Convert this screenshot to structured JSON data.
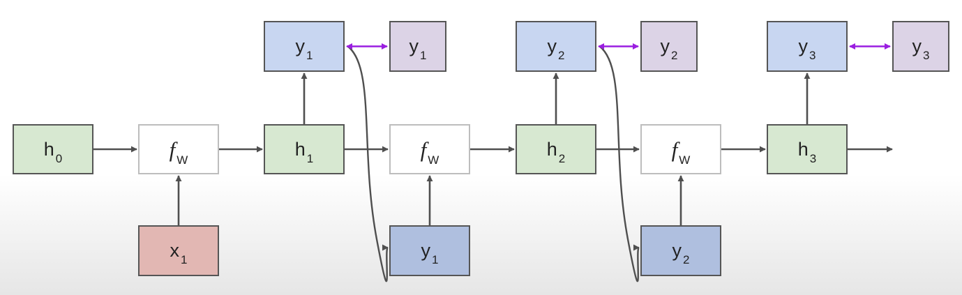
{
  "colors": {
    "hidden": "#d7e8d1",
    "function": "#ffffff",
    "input": "#e2b7b3",
    "prediction": "#c8d6f1",
    "target": "#dcd3e6",
    "fed_back": "#afbfdf",
    "edge": "#4f4f4f",
    "loss_link": "#9a1ee0"
  },
  "diagram": {
    "nodes": [
      {
        "id": "h0",
        "main": "h",
        "sub": "0",
        "kind": "hidden"
      },
      {
        "id": "fw1",
        "main": "f",
        "sub": "W",
        "kind": "function"
      },
      {
        "id": "h1",
        "main": "h",
        "sub": "1",
        "kind": "hidden"
      },
      {
        "id": "fw2",
        "main": "f",
        "sub": "W",
        "kind": "function"
      },
      {
        "id": "h2",
        "main": "h",
        "sub": "2",
        "kind": "hidden"
      },
      {
        "id": "fw3",
        "main": "f",
        "sub": "W",
        "kind": "function"
      },
      {
        "id": "h3",
        "main": "h",
        "sub": "3",
        "kind": "hidden"
      },
      {
        "id": "x1",
        "main": "x",
        "sub": "1",
        "kind": "input"
      },
      {
        "id": "yhat1",
        "main": "y",
        "sub": "1",
        "kind": "prediction"
      },
      {
        "id": "yt1",
        "main": "y",
        "sub": "1",
        "kind": "target"
      },
      {
        "id": "yhat2",
        "main": "y",
        "sub": "2",
        "kind": "prediction"
      },
      {
        "id": "yt2",
        "main": "y",
        "sub": "2",
        "kind": "target"
      },
      {
        "id": "yhat3",
        "main": "y",
        "sub": "3",
        "kind": "prediction"
      },
      {
        "id": "yt3",
        "main": "y",
        "sub": "3",
        "kind": "target"
      },
      {
        "id": "yin1",
        "main": "y",
        "sub": "1",
        "kind": "fed_back"
      },
      {
        "id": "yin2",
        "main": "y",
        "sub": "2",
        "kind": "fed_back"
      }
    ],
    "edges": [
      {
        "from": "h0",
        "to": "fw1",
        "style": "straight"
      },
      {
        "from": "fw1",
        "to": "h1",
        "style": "straight"
      },
      {
        "from": "h1",
        "to": "fw2",
        "style": "straight"
      },
      {
        "from": "fw2",
        "to": "h2",
        "style": "straight"
      },
      {
        "from": "h2",
        "to": "fw3",
        "style": "straight"
      },
      {
        "from": "fw3",
        "to": "h3",
        "style": "straight"
      },
      {
        "from": "h3",
        "to": null,
        "style": "straight"
      },
      {
        "from": "x1",
        "to": "fw1",
        "style": "straight"
      },
      {
        "from": "yin1",
        "to": "fw2",
        "style": "straight"
      },
      {
        "from": "yin2",
        "to": "fw3",
        "style": "straight"
      },
      {
        "from": "h1",
        "to": "yhat1",
        "style": "straight"
      },
      {
        "from": "h2",
        "to": "yhat2",
        "style": "straight"
      },
      {
        "from": "h3",
        "to": "yhat3",
        "style": "straight"
      },
      {
        "from": "yhat1",
        "to": "yin1",
        "style": "curve"
      },
      {
        "from": "yhat2",
        "to": "yin2",
        "style": "curve"
      },
      {
        "from": "yhat1",
        "to": "yt1",
        "style": "double"
      },
      {
        "from": "yhat2",
        "to": "yt2",
        "style": "double"
      },
      {
        "from": "yhat3",
        "to": "yt3",
        "style": "double"
      }
    ]
  }
}
